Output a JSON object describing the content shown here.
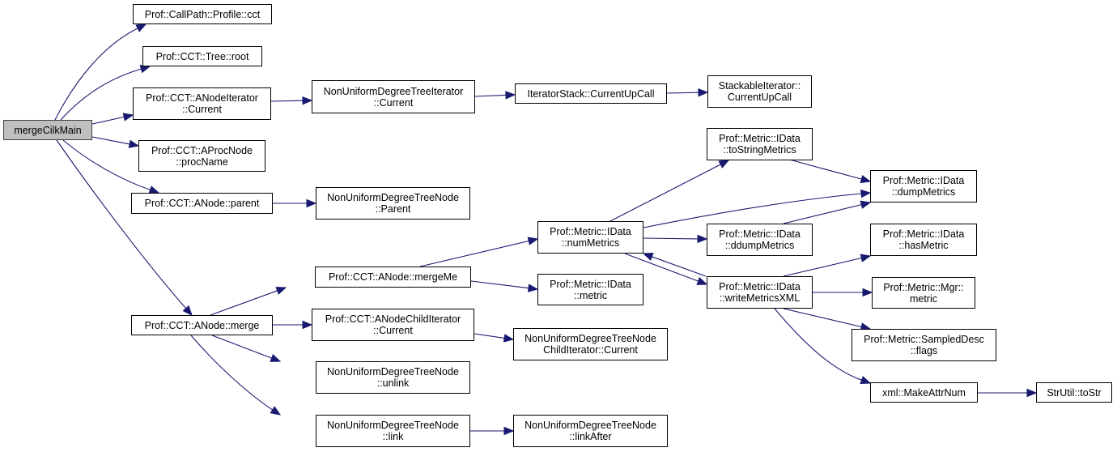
{
  "diagram": {
    "type": "call-graph",
    "colors": {
      "edge": "#191970",
      "root_fill": "#bfbfbf",
      "node_fill": "#ffffff",
      "node_border": "#000000"
    },
    "nodes": [
      {
        "id": "mergeCilkMain",
        "label": "mergeCilkMain",
        "root": true
      },
      {
        "id": "profileCct",
        "label": "Prof::CallPath::Profile::cct"
      },
      {
        "id": "treeRoot",
        "label": "Prof::CCT::Tree::root"
      },
      {
        "id": "anodeIterCurrent",
        "label": "Prof::CCT::ANodeIterator\n::Current"
      },
      {
        "id": "aprocNodeProcName",
        "label": "Prof::CCT::AProcNode\n::procName"
      },
      {
        "id": "anodeParent",
        "label": "Prof::CCT::ANode::parent"
      },
      {
        "id": "anodeMerge",
        "label": "Prof::CCT::ANode::merge"
      },
      {
        "id": "nudtIterCurrent",
        "label": "NonUniformDegreeTreeIterator\n::Current"
      },
      {
        "id": "nudtNodeParent",
        "label": "NonUniformDegreeTreeNode\n::Parent"
      },
      {
        "id": "anodeMergeMe",
        "label": "Prof::CCT::ANode::mergeMe"
      },
      {
        "id": "anodeChildIterCurrent",
        "label": "Prof::CCT::ANodeChildIterator\n::Current"
      },
      {
        "id": "nudtNodeUnlink",
        "label": "NonUniformDegreeTreeNode\n::unlink"
      },
      {
        "id": "nudtNodeLink",
        "label": "NonUniformDegreeTreeNode\n::link"
      },
      {
        "id": "iterStackCurrentUpCall",
        "label": "IteratorStack::CurrentUpCall"
      },
      {
        "id": "stackableIterCurrentUpCall",
        "label": "StackableIterator::\nCurrentUpCall"
      },
      {
        "id": "idataNumMetrics",
        "label": "Prof::Metric::IData\n::numMetrics"
      },
      {
        "id": "idataMetric",
        "label": "Prof::Metric::IData\n::metric"
      },
      {
        "id": "nudtNodeChildIterCurrent",
        "label": "NonUniformDegreeTreeNode\nChildIterator::Current"
      },
      {
        "id": "nudtNodeLinkAfter",
        "label": "NonUniformDegreeTreeNode\n::linkAfter"
      },
      {
        "id": "idataToStringMetrics",
        "label": "Prof::Metric::IData\n::toStringMetrics"
      },
      {
        "id": "idataDdumpMetrics",
        "label": "Prof::Metric::IData\n::ddumpMetrics"
      },
      {
        "id": "idataWriteMetricsXML",
        "label": "Prof::Metric::IData\n::writeMetricsXML"
      },
      {
        "id": "idataDumpMetrics",
        "label": "Prof::Metric::IData\n::dumpMetrics"
      },
      {
        "id": "idataHasMetric",
        "label": "Prof::Metric::IData\n::hasMetric"
      },
      {
        "id": "mgrMetric",
        "label": "Prof::Metric::Mgr::\nmetric"
      },
      {
        "id": "sampledDescFlags",
        "label": "Prof::Metric::SampledDesc\n::flags"
      },
      {
        "id": "xmlMakeAttrNum",
        "label": "xml::MakeAttrNum"
      },
      {
        "id": "strUtilToStr",
        "label": "StrUtil::toStr"
      }
    ],
    "edges": [
      {
        "from": "mergeCilkMain",
        "to": "profileCct"
      },
      {
        "from": "mergeCilkMain",
        "to": "treeRoot"
      },
      {
        "from": "mergeCilkMain",
        "to": "anodeIterCurrent"
      },
      {
        "from": "mergeCilkMain",
        "to": "aprocNodeProcName"
      },
      {
        "from": "mergeCilkMain",
        "to": "anodeParent"
      },
      {
        "from": "mergeCilkMain",
        "to": "anodeMerge"
      },
      {
        "from": "anodeIterCurrent",
        "to": "nudtIterCurrent"
      },
      {
        "from": "nudtIterCurrent",
        "to": "iterStackCurrentUpCall"
      },
      {
        "from": "iterStackCurrentUpCall",
        "to": "stackableIterCurrentUpCall"
      },
      {
        "from": "anodeParent",
        "to": "nudtNodeParent"
      },
      {
        "from": "anodeMerge",
        "to": "anodeMergeMe"
      },
      {
        "from": "anodeMerge",
        "to": "anodeChildIterCurrent"
      },
      {
        "from": "anodeMerge",
        "to": "nudtNodeUnlink"
      },
      {
        "from": "anodeMerge",
        "to": "nudtNodeLink"
      },
      {
        "from": "anodeMergeMe",
        "to": "idataNumMetrics"
      },
      {
        "from": "anodeMergeMe",
        "to": "idataMetric"
      },
      {
        "from": "anodeChildIterCurrent",
        "to": "nudtNodeChildIterCurrent"
      },
      {
        "from": "nudtNodeLink",
        "to": "nudtNodeLinkAfter"
      },
      {
        "from": "idataNumMetrics",
        "to": "idataToStringMetrics"
      },
      {
        "from": "idataNumMetrics",
        "to": "idataDumpMetrics"
      },
      {
        "from": "idataNumMetrics",
        "to": "idataDdumpMetrics"
      },
      {
        "from": "idataNumMetrics",
        "to": "idataWriteMetricsXML"
      },
      {
        "from": "idataWriteMetricsXML",
        "to": "idataNumMetrics"
      },
      {
        "from": "idataToStringMetrics",
        "to": "idataDumpMetrics"
      },
      {
        "from": "idataDdumpMetrics",
        "to": "idataDumpMetrics"
      },
      {
        "from": "idataWriteMetricsXML",
        "to": "idataHasMetric"
      },
      {
        "from": "idataWriteMetricsXML",
        "to": "mgrMetric"
      },
      {
        "from": "idataWriteMetricsXML",
        "to": "sampledDescFlags"
      },
      {
        "from": "idataWriteMetricsXML",
        "to": "xmlMakeAttrNum"
      },
      {
        "from": "xmlMakeAttrNum",
        "to": "strUtilToStr"
      }
    ]
  }
}
